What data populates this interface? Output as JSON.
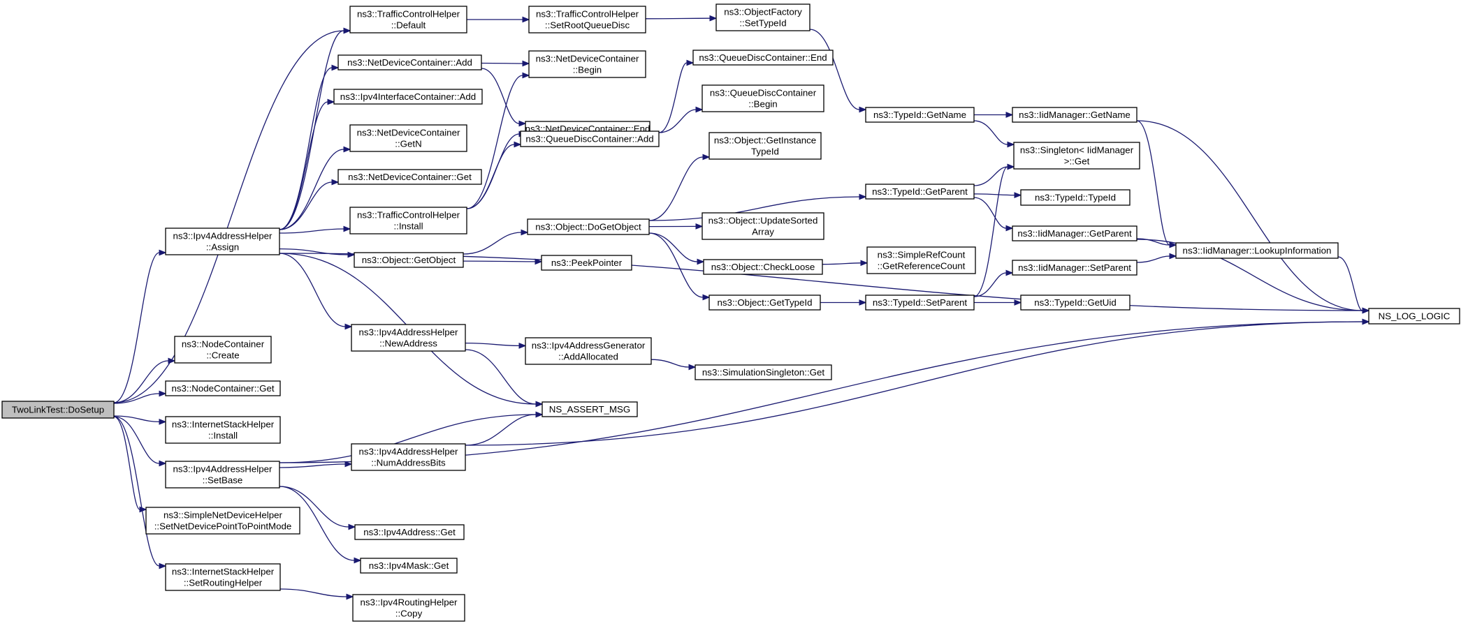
{
  "diagram": {
    "type": "call-graph",
    "edge_color": "#191970",
    "root_fill": "#bfbfbf",
    "nodes": [
      {
        "id": "dosetup",
        "lines": [
          "TwoLinkTest::DoSetup"
        ],
        "root": true
      },
      {
        "id": "tch_default",
        "lines": [
          "ns3::TrafficControlHelper",
          "::Default"
        ]
      },
      {
        "id": "ndc_add",
        "lines": [
          "ns3::NetDeviceContainer::Add"
        ]
      },
      {
        "id": "ipv4ic_add",
        "lines": [
          "ns3::Ipv4InterfaceContainer::Add"
        ]
      },
      {
        "id": "ndc_getn",
        "lines": [
          "ns3::NetDeviceContainer",
          "::GetN"
        ]
      },
      {
        "id": "ndc_get",
        "lines": [
          "ns3::NetDeviceContainer::Get"
        ]
      },
      {
        "id": "tch_install",
        "lines": [
          "ns3::TrafficControlHelper",
          "::Install"
        ]
      },
      {
        "id": "iah_assign",
        "lines": [
          "ns3::Ipv4AddressHelper",
          "::Assign"
        ]
      },
      {
        "id": "obj_getobject",
        "lines": [
          "ns3::Object::GetObject"
        ]
      },
      {
        "id": "iah_newaddress",
        "lines": [
          "ns3::Ipv4AddressHelper",
          "::NewAddress"
        ]
      },
      {
        "id": "nc_create",
        "lines": [
          "ns3::NodeContainer",
          "::Create"
        ]
      },
      {
        "id": "nc_get",
        "lines": [
          "ns3::NodeContainer::Get"
        ]
      },
      {
        "id": "ish_install",
        "lines": [
          "ns3::InternetStackHelper",
          "::Install"
        ]
      },
      {
        "id": "iah_setbase",
        "lines": [
          "ns3::Ipv4AddressHelper",
          "::SetBase"
        ]
      },
      {
        "id": "sndh_setptp",
        "lines": [
          "ns3::SimpleNetDeviceHelper",
          "::SetNetDevicePointToPointMode"
        ]
      },
      {
        "id": "ish_setrouting",
        "lines": [
          "ns3::InternetStackHelper",
          "::SetRoutingHelper"
        ]
      },
      {
        "id": "tch_setroot",
        "lines": [
          "ns3::TrafficControlHelper",
          "::SetRootQueueDisc"
        ]
      },
      {
        "id": "ndc_begin",
        "lines": [
          "ns3::NetDeviceContainer",
          "::Begin"
        ]
      },
      {
        "id": "ndc_end",
        "lines": [
          "ns3::NetDeviceContainer::End"
        ]
      },
      {
        "id": "qdc_add",
        "lines": [
          "ns3::QueueDiscContainer::Add"
        ]
      },
      {
        "id": "obj_dogetobject",
        "lines": [
          "ns3::Object::DoGetObject"
        ]
      },
      {
        "id": "peekpointer",
        "lines": [
          "ns3::PeekPointer"
        ]
      },
      {
        "id": "iag_addallocated",
        "lines": [
          "ns3::Ipv4AddressGenerator",
          "::AddAllocated"
        ]
      },
      {
        "id": "ns_assert_msg",
        "lines": [
          "NS_ASSERT_MSG"
        ]
      },
      {
        "id": "iah_numaddressbits",
        "lines": [
          "ns3::Ipv4AddressHelper",
          "::NumAddressBits"
        ]
      },
      {
        "id": "ipv4addr_get",
        "lines": [
          "ns3::Ipv4Address::Get"
        ]
      },
      {
        "id": "ipv4mask_get",
        "lines": [
          "ns3::Ipv4Mask::Get"
        ]
      },
      {
        "id": "irh_copy",
        "lines": [
          "ns3::Ipv4RoutingHelper",
          "::Copy"
        ]
      },
      {
        "id": "of_settypeid",
        "lines": [
          "ns3::ObjectFactory",
          "::SetTypeId"
        ]
      },
      {
        "id": "qdc_end",
        "lines": [
          "ns3::QueueDiscContainer::End"
        ]
      },
      {
        "id": "qdc_begin",
        "lines": [
          "ns3::QueueDiscContainer",
          "::Begin"
        ]
      },
      {
        "id": "obj_getinstancetypeid",
        "lines": [
          "ns3::Object::GetInstance",
          "TypeId"
        ]
      },
      {
        "id": "obj_updatesortedarray",
        "lines": [
          "ns3::Object::UpdateSorted",
          "Array"
        ]
      },
      {
        "id": "obj_checkloose",
        "lines": [
          "ns3::Object::CheckLoose"
        ]
      },
      {
        "id": "obj_gettypeid",
        "lines": [
          "ns3::Object::GetTypeId"
        ]
      },
      {
        "id": "ss_get",
        "lines": [
          "ns3::SimulationSingleton::Get"
        ]
      },
      {
        "id": "tid_getname",
        "lines": [
          "ns3::TypeId::GetName"
        ]
      },
      {
        "id": "tid_getparent",
        "lines": [
          "ns3::TypeId::GetParent"
        ]
      },
      {
        "id": "src_getrefcount",
        "lines": [
          "ns3::SimpleRefCount",
          "::GetReferenceCount"
        ]
      },
      {
        "id": "tid_setparent",
        "lines": [
          "ns3::TypeId::SetParent"
        ]
      },
      {
        "id": "iidm_getname",
        "lines": [
          "ns3::IidManager::GetName"
        ]
      },
      {
        "id": "singleton_get",
        "lines": [
          "ns3::Singleton< IidManager",
          " >::Get"
        ]
      },
      {
        "id": "tid_typeid",
        "lines": [
          "ns3::TypeId::TypeId"
        ]
      },
      {
        "id": "iidm_getparent",
        "lines": [
          "ns3::IidManager::GetParent"
        ]
      },
      {
        "id": "iidm_setparent",
        "lines": [
          "ns3::IidManager::SetParent"
        ]
      },
      {
        "id": "tid_getuid",
        "lines": [
          "ns3::TypeId::GetUid"
        ]
      },
      {
        "id": "iidm_lookup",
        "lines": [
          "ns3::IidManager::LookupInformation"
        ]
      },
      {
        "id": "ns_log_logic",
        "lines": [
          "NS_LOG_LOGIC"
        ]
      }
    ],
    "edges": [
      [
        "dosetup",
        "iah_assign"
      ],
      [
        "dosetup",
        "tch_default"
      ],
      [
        "dosetup",
        "nc_create"
      ],
      [
        "dosetup",
        "nc_get"
      ],
      [
        "dosetup",
        "ish_install"
      ],
      [
        "dosetup",
        "iah_setbase"
      ],
      [
        "dosetup",
        "sndh_setptp"
      ],
      [
        "dosetup",
        "ish_setrouting"
      ],
      [
        "tch_default",
        "tch_setroot"
      ],
      [
        "tch_setroot",
        "of_settypeid"
      ],
      [
        "of_settypeid",
        "tid_getname"
      ],
      [
        "ndc_add",
        "ndc_begin"
      ],
      [
        "ndc_add",
        "ndc_end"
      ],
      [
        "iah_assign",
        "tch_default"
      ],
      [
        "iah_assign",
        "ndc_add"
      ],
      [
        "iah_assign",
        "ipv4ic_add"
      ],
      [
        "iah_assign",
        "ndc_getn"
      ],
      [
        "iah_assign",
        "ndc_get"
      ],
      [
        "iah_assign",
        "tch_install"
      ],
      [
        "iah_assign",
        "obj_getobject"
      ],
      [
        "iah_assign",
        "iah_newaddress"
      ],
      [
        "iah_assign",
        "ns_assert_msg"
      ],
      [
        "iah_assign",
        "ns_log_logic"
      ],
      [
        "tch_install",
        "ndc_begin"
      ],
      [
        "tch_install",
        "ndc_end"
      ],
      [
        "tch_install",
        "qdc_add"
      ],
      [
        "qdc_add",
        "qdc_end"
      ],
      [
        "qdc_add",
        "qdc_begin"
      ],
      [
        "obj_getobject",
        "obj_dogetobject"
      ],
      [
        "obj_getobject",
        "peekpointer"
      ],
      [
        "obj_dogetobject",
        "obj_getinstancetypeid"
      ],
      [
        "obj_dogetobject",
        "tid_getparent"
      ],
      [
        "obj_dogetobject",
        "obj_updatesortedarray"
      ],
      [
        "obj_dogetobject",
        "obj_checkloose"
      ],
      [
        "obj_dogetobject",
        "obj_gettypeid"
      ],
      [
        "obj_checkloose",
        "src_getrefcount"
      ],
      [
        "obj_gettypeid",
        "tid_setparent"
      ],
      [
        "iah_newaddress",
        "iag_addallocated"
      ],
      [
        "iah_newaddress",
        "ns_assert_msg"
      ],
      [
        "iag_addallocated",
        "ss_get"
      ],
      [
        "iah_setbase",
        "ns_assert_msg"
      ],
      [
        "iah_setbase",
        "iah_numaddressbits"
      ],
      [
        "iah_setbase",
        "ipv4addr_get"
      ],
      [
        "iah_setbase",
        "ipv4mask_get"
      ],
      [
        "iah_setbase",
        "ns_log_logic"
      ],
      [
        "iah_numaddressbits",
        "ns_assert_msg"
      ],
      [
        "iah_numaddressbits",
        "ns_log_logic"
      ],
      [
        "ish_setrouting",
        "irh_copy"
      ],
      [
        "tid_getname",
        "iidm_getname"
      ],
      [
        "tid_getname",
        "singleton_get"
      ],
      [
        "iidm_getname",
        "iidm_lookup"
      ],
      [
        "iidm_getname",
        "ns_log_logic"
      ],
      [
        "tid_getparent",
        "singleton_get"
      ],
      [
        "tid_getparent",
        "tid_typeid"
      ],
      [
        "tid_getparent",
        "iidm_getparent"
      ],
      [
        "iidm_getparent",
        "iidm_lookup"
      ],
      [
        "iidm_getparent",
        "ns_log_logic"
      ],
      [
        "tid_setparent",
        "singleton_get"
      ],
      [
        "tid_setparent",
        "iidm_setparent"
      ],
      [
        "tid_setparent",
        "tid_getuid"
      ],
      [
        "iidm_setparent",
        "iidm_lookup"
      ],
      [
        "iidm_lookup",
        "ns_log_logic"
      ]
    ]
  }
}
